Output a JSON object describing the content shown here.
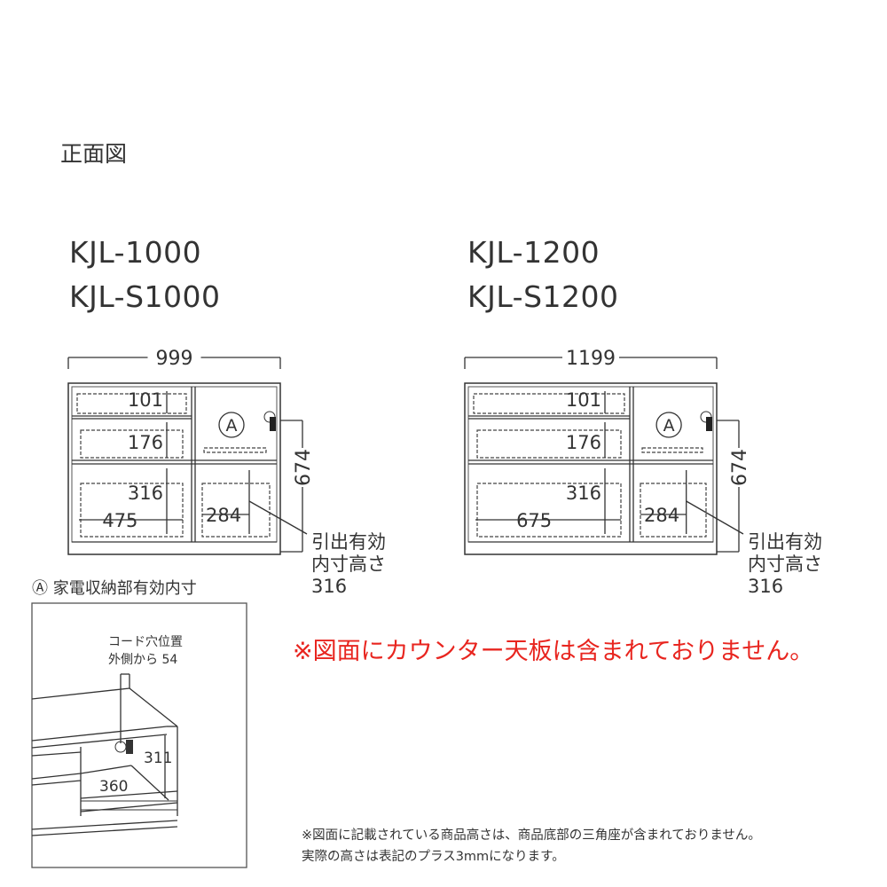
{
  "title": "正面図",
  "models": [
    {
      "names": [
        "KJL-1000",
        "KJL-S1000"
      ],
      "width": "999",
      "height": "674",
      "drawer_top": "101",
      "drawer_mid": "176",
      "drawer_bottom_height": "316",
      "drawer_bottom_width": "475",
      "right_lower_width": "284",
      "compartment_mark": "A",
      "pull_label": [
        "引出有効",
        "内寸高さ",
        "316"
      ]
    },
    {
      "names": [
        "KJL-1200",
        "KJL-S1200"
      ],
      "width": "1199",
      "height": "674",
      "drawer_top": "101",
      "drawer_mid": "176",
      "drawer_bottom_height": "316",
      "drawer_bottom_width": "675",
      "right_lower_width": "284",
      "compartment_mark": "A",
      "pull_label": [
        "引出有効",
        "内寸高さ",
        "316"
      ]
    }
  ],
  "detail": {
    "legend": "Ⓐ 家電収納部有効内寸",
    "cord_label": [
      "コード穴位置",
      "外側から 54"
    ],
    "height": "311",
    "width": "360"
  },
  "notice": "※図面にカウンター天板は含まれておりません。",
  "footnotes": [
    "※図面に記載されている商品高さは、商品底部の三角座が含まれておりません。",
    "実際の高さは表記のプラス3mmになります。"
  ],
  "colors": {
    "line": "#333333",
    "notice": "#e8251f"
  }
}
